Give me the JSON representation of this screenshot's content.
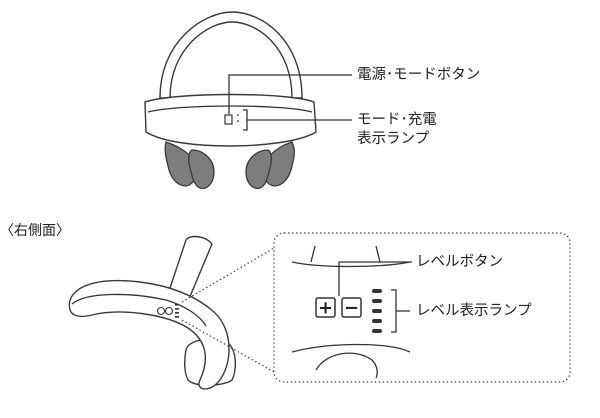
{
  "top_view": {
    "power_mode_button_label": "電源･モードボタン",
    "mode_charge_lamp_label_line1": "モード･充電",
    "mode_charge_lamp_label_line2": "表示ランプ"
  },
  "side_view": {
    "heading": "〈右側面〉",
    "level_button_label": "レベルボタン",
    "level_lamp_label": "レベル表示ランプ",
    "plus_symbol": "+",
    "minus_symbol": "−"
  }
}
